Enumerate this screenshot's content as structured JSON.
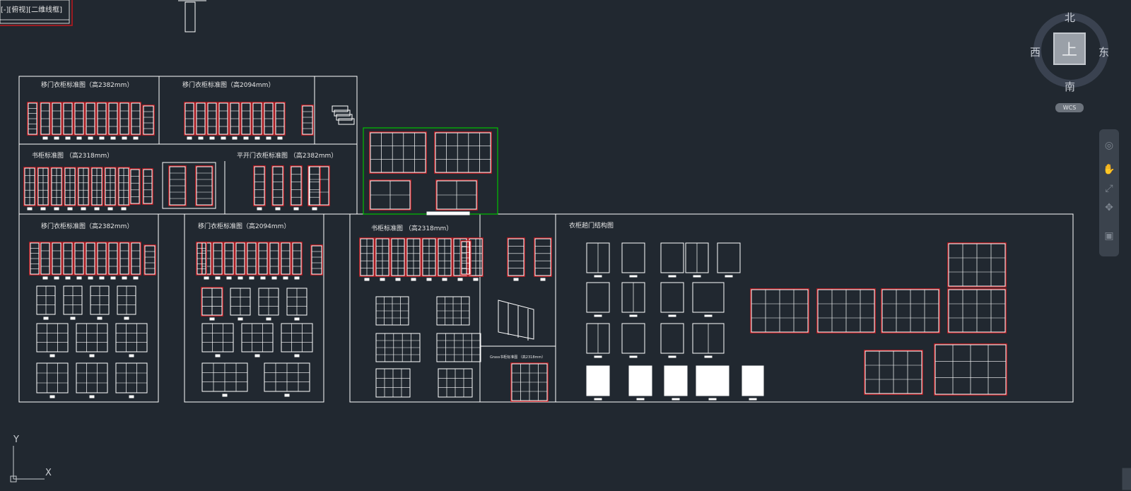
{
  "title_block_text": "[-][俯视][二维线框]",
  "compass": {
    "north": "北",
    "south": "南",
    "east": "东",
    "west": "西",
    "top": "上",
    "wcs": "WCS"
  },
  "ucs": {
    "x": "X",
    "y": "Y"
  },
  "section_labels": {
    "s1": "移门衣柜标准图（高2382mm）",
    "s2": "移门衣柜标准图（高2094mm）",
    "s3": "书柜标准图 （高2318mm）",
    "s4": "平开门衣柜标准图 （高2382mm）",
    "s5": "移门衣柜标准图（高2382mm）",
    "s6": "移门衣柜标准图（高2094mm）",
    "s7": "书柜标准图 （高2318mm）",
    "s8": "衣柜趟门结构图",
    "s9": "Grass书柜标准图 （高2318mm）"
  },
  "colors": {
    "background": "#212830",
    "line": "#ffffff",
    "highlight": "#c0171c",
    "selection": "#00c000"
  }
}
